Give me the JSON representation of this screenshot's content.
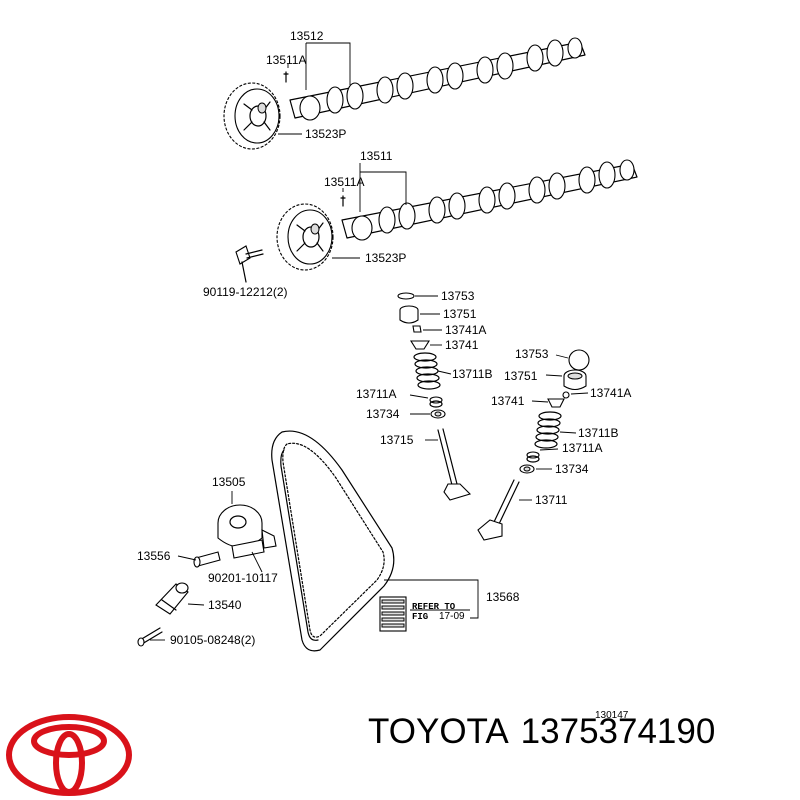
{
  "labels": {
    "camshaft_exhaust": "13512",
    "pin_exhaust": "13511A",
    "pulley_exhaust": "13523P",
    "camshaft_intake": "13511",
    "pin_intake": "13511A",
    "pulley_intake": "13523P",
    "bolt_pulley": "90119-12212(2)",
    "shim_left": "13753",
    "lifter_left": "13751",
    "keeper_left": "13741A",
    "retainer_left": "13741",
    "spring_left": "13711B",
    "seat_left": "13711A",
    "seal_left": "13734",
    "valve_left": "13715",
    "shim_right": "13753",
    "lifter_right": "13751",
    "keeper_right": "13741A",
    "retainer_right": "13741",
    "spring_right": "13711B",
    "seat_right": "13711A",
    "seal_right": "13734",
    "valve_right": "13711",
    "idler_pulley": "13505",
    "idler_pin": "13556",
    "bolt_idler": "90201-10117",
    "tensioner": "13540",
    "bolt_tensioner": "90105-08248(2)",
    "timing_belt": "13568",
    "refer_to": "REFER TO",
    "fig": "FIG",
    "fig_number": "17-09",
    "diagram_number": "130147"
  },
  "footer": {
    "brand": "TOYOTA",
    "part_number": "1375374190"
  },
  "colors": {
    "logo": "#d9121a",
    "ink": "#000000"
  },
  "icons": {
    "logo": "toyota-logo-icon"
  }
}
